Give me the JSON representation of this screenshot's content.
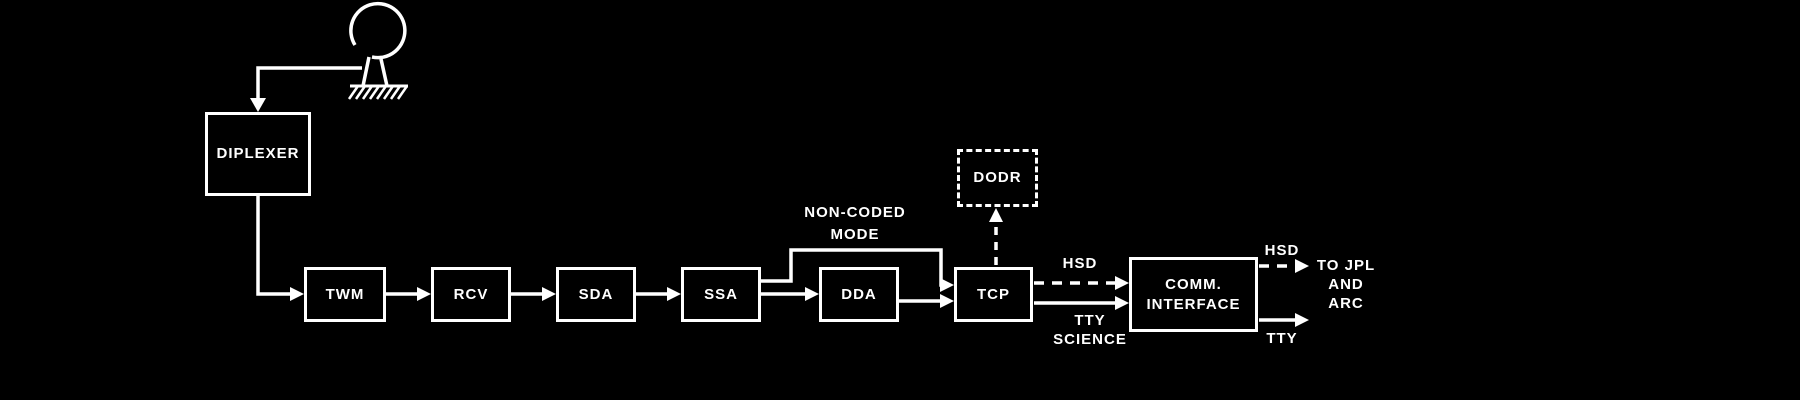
{
  "diagram": {
    "colors": {
      "background": "#000000",
      "line": "#ffffff",
      "text": "#ffffff"
    },
    "nodes": {
      "diplexer": {
        "label": "DIPLEXER"
      },
      "twm": {
        "label": "TWM"
      },
      "rcv": {
        "label": "RCV"
      },
      "sda": {
        "label": "SDA"
      },
      "ssa": {
        "label": "SSA"
      },
      "dda": {
        "label": "DDA"
      },
      "tcp": {
        "label": "TCP"
      },
      "dodr": {
        "label": "DODR"
      },
      "comm_interface": {
        "line1": "COMM.",
        "line2": "INTERFACE"
      }
    },
    "edge_labels": {
      "non_coded_mode": {
        "line1": "NON-CODED",
        "line2": "MODE"
      },
      "hsd_tcp_comm": "HSD",
      "tty_science": {
        "line1": "TTY",
        "line2": "SCIENCE"
      },
      "hsd_out": "HSD",
      "tty_out": "TTY"
    },
    "destination": {
      "line1": "TO JPL",
      "line2": "AND",
      "line3": "ARC"
    },
    "icons": {
      "antenna": "antenna-icon"
    }
  }
}
